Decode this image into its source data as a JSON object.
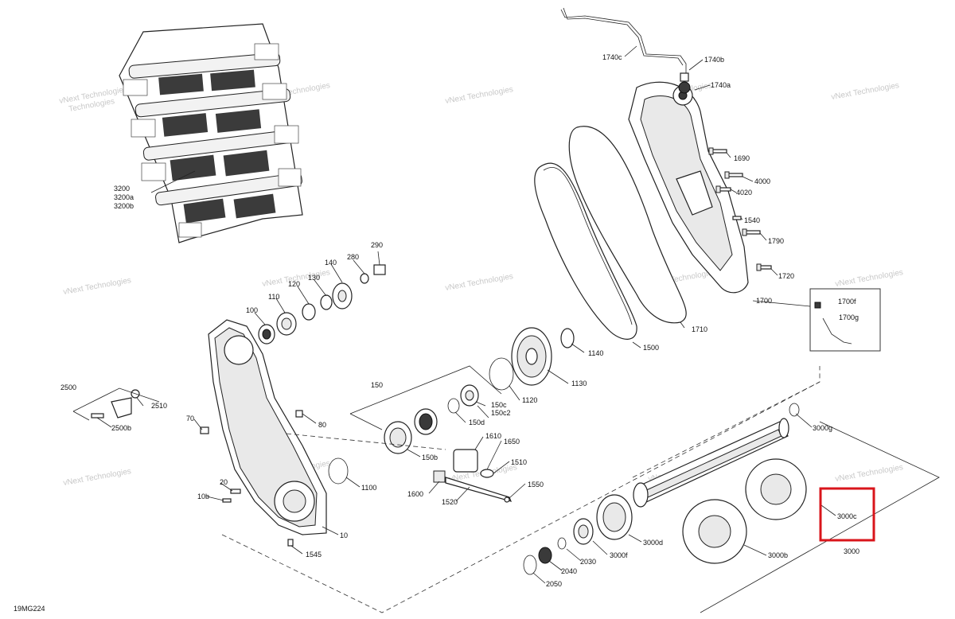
{
  "diagram_code": "19MG224",
  "watermark": "vNext Technologies",
  "highlight_color": "#d9151b",
  "highlight_label": "3000c",
  "labels": {
    "l3200": "3200",
    "l3200a": "3200a",
    "l3200b": "3200b",
    "l1740c": "1740c",
    "l1740b": "1740b",
    "l1740a": "1740a",
    "l1690": "1690",
    "l4000": "4000",
    "l4020": "4020",
    "l1540": "1540",
    "l1790": "1790",
    "l1720": "1720",
    "l1700": "1700",
    "l1700f": "1700f",
    "l1700g": "1700g",
    "l1710": "1710",
    "l1500": "1500",
    "l290": "290",
    "l280": "280",
    "l140": "140",
    "l130": "130",
    "l120": "120",
    "l110": "110",
    "l100": "100",
    "l1140": "1140",
    "l1130": "1130",
    "l1120": "1120",
    "l150": "150",
    "l150c": "150c",
    "l150c2": "150c2",
    "l150d": "150d",
    "l150b": "150b",
    "l2500": "2500",
    "l2510": "2510",
    "l2500b": "2500b",
    "l70": "70",
    "l80": "80",
    "l20": "20",
    "l10b": "10b",
    "l10": "10",
    "l1545": "1545",
    "l1100": "1100",
    "l1610": "1610",
    "l1650": "1650",
    "l1510": "1510",
    "l1550": "1550",
    "l1600": "1600",
    "l1520": "1520",
    "l3000g": "3000g",
    "l3000c": "3000c",
    "l3000": "3000",
    "l3000b": "3000b",
    "l3000d": "3000d",
    "l3000f": "3000f",
    "l2030": "2030",
    "l2040": "2040",
    "l2050": "2050"
  }
}
